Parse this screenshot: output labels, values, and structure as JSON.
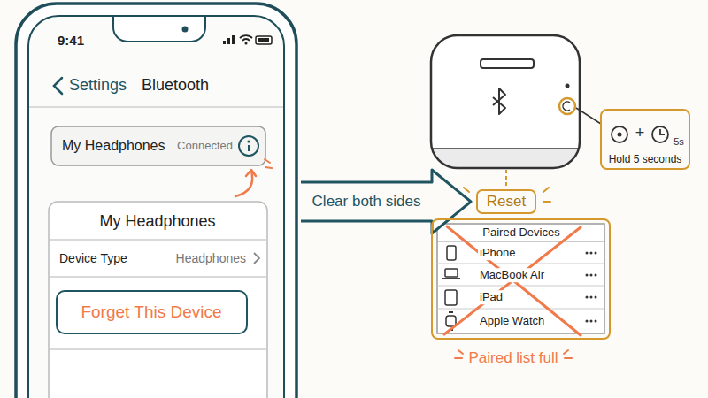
{
  "diagram": {
    "nodes": [
      {
        "text": [
          "9:41",
          "Settings",
          "Bluetooth"
        ]
      },
      {
        "text": [
          "My Headphones",
          "Connected"
        ],
        "in": 0
      },
      {
        "text": [
          "My Headphones",
          "Device Type",
          "Headphones"
        ],
        "in": 0
      },
      {
        "text": [
          "Forget This Device"
        ],
        "in": 2
      },
      {
        "text": [
          "+",
          "5s",
          "Hold 5 seconds"
        ]
      },
      {
        "text": [
          "Reset"
        ]
      },
      {
        "text": [
          "Paired Devices",
          "iPhone",
          "MacBook Air",
          "iPad",
          "Apple Watch"
        ]
      }
    ],
    "edges": [
      {
        "from": 0,
        "to": 5,
        "label": "Clear both sides",
        "arrow": "to"
      }
    ],
    "labels": [
      "Paired list full"
    ]
  }
}
